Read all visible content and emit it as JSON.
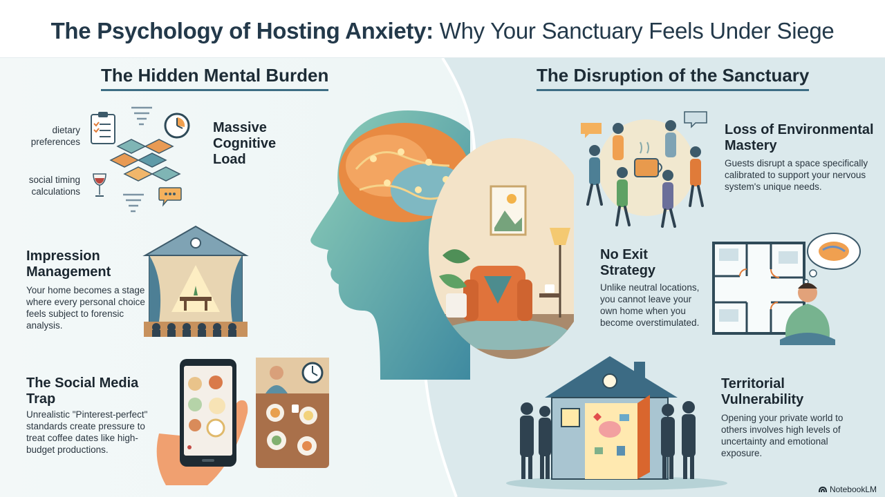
{
  "header": {
    "title_bold": "The Psychology of Hosting Anxiety:",
    "title_light": " Why Your Sanctuary Feels Under Siege"
  },
  "left": {
    "heading": "The Hidden Mental Burden",
    "cognitive_load": {
      "title": "Massive Cognitive Load",
      "label_dietary": "dietary preferences",
      "label_social": "social timing calculations"
    },
    "impression": {
      "title": "Impression Management",
      "body": "Your home becomes a stage where every personal choice feels subject to forensic analysis."
    },
    "social_media": {
      "title": "The Social Media Trap",
      "body": "Unrealistic \"Pinterest-perfect\" standards create pressure to treat coffee dates like high-budget productions."
    }
  },
  "right": {
    "heading": "The Disruption of the Sanctuary",
    "mastery": {
      "title": "Loss of Environmental Mastery",
      "body": "Guests disrupt a space specifically calibrated to support your nervous system's unique needs."
    },
    "exit": {
      "title": "No Exit Strategy",
      "body": "Unlike neutral locations, you cannot leave your own home when you become overstimulated."
    },
    "territorial": {
      "title": "Territorial Vulnerability",
      "body": "Opening your private world to others involves high levels of uncertainty and emotional exposure."
    }
  },
  "brand": {
    "label": "NotebookLM"
  },
  "icons": [
    "clipboard-icon",
    "tornado-icon",
    "clock-icon",
    "wine-glass-icon",
    "speech-bubble-icon",
    "cube-grid-icon",
    "stage-house-icon",
    "smartphone-icon",
    "dining-table-icon",
    "brain-head-icon",
    "armchair-room-icon",
    "coffee-cup-icon",
    "floor-plan-icon",
    "thought-brain-icon",
    "house-door-icon",
    "notebooklm-logo-icon"
  ],
  "colors": {
    "title_dark": "#23394a",
    "underline": "#3d6d84",
    "teal": "#4f9aa3",
    "orange": "#f08a3c",
    "panel_right": "#dbe9ec"
  }
}
